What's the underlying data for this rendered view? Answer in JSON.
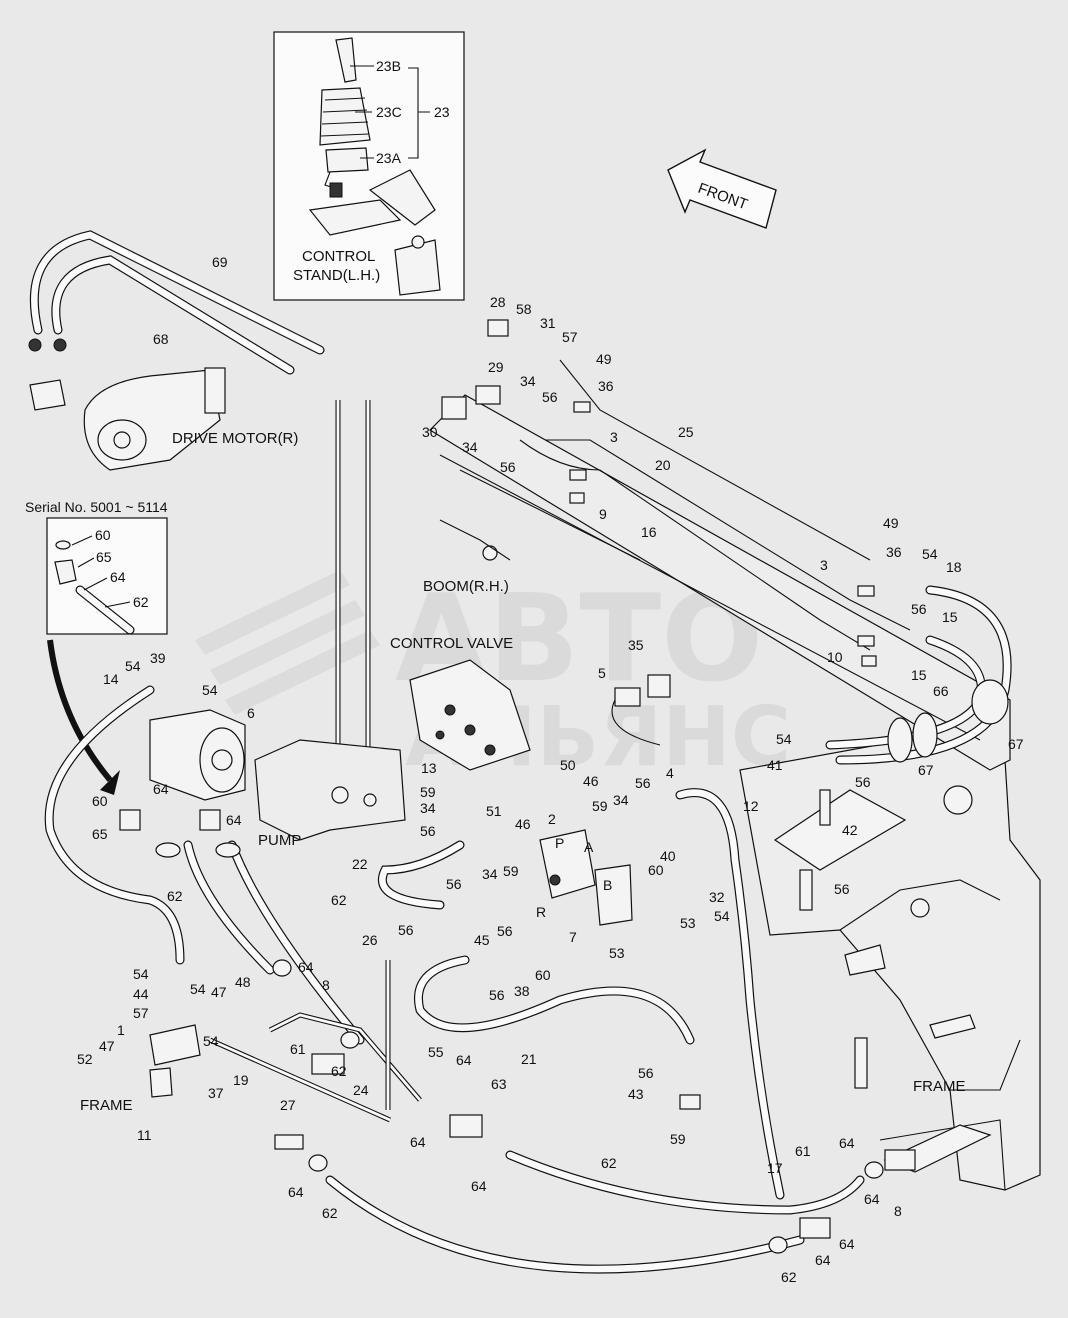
{
  "watermark": {
    "line1": "АВТО",
    "line2": "АЛЬЯНС"
  },
  "front_arrow": {
    "label": "FRONT"
  },
  "inset_control_stand": {
    "caption_line1": "CONTROL",
    "caption_line2": "STAND(L.H.)",
    "labels": {
      "a": "23B",
      "b": "23C",
      "c": "23A",
      "group": "23"
    }
  },
  "inset_serial": {
    "title": "Serial No. 5001 ~ 5114",
    "labels": [
      "60",
      "65",
      "64",
      "62"
    ]
  },
  "component_captions": {
    "drive_motor": "DRIVE MOTOR(R)",
    "boom": "BOOM(R.H.)",
    "control_valve": "CONTROL VALVE",
    "pump": "PUMP",
    "frame_left": "FRAME",
    "frame_right": "FRAME",
    "port_p": "P",
    "port_a": "A",
    "port_b": "B",
    "port_r": "R"
  },
  "part_labels": [
    {
      "id": "69"
    },
    {
      "id": "68"
    },
    {
      "id": "28"
    },
    {
      "id": "58"
    },
    {
      "id": "31"
    },
    {
      "id": "57"
    },
    {
      "id": "49"
    },
    {
      "id": "29"
    },
    {
      "id": "34"
    },
    {
      "id": "56"
    },
    {
      "id": "36"
    },
    {
      "id": "30"
    },
    {
      "id": "34"
    },
    {
      "id": "56"
    },
    {
      "id": "3"
    },
    {
      "id": "25"
    },
    {
      "id": "20"
    },
    {
      "id": "9"
    },
    {
      "id": "16"
    },
    {
      "id": "49"
    },
    {
      "id": "36"
    },
    {
      "id": "54"
    },
    {
      "id": "18"
    },
    {
      "id": "3"
    },
    {
      "id": "56"
    },
    {
      "id": "15"
    },
    {
      "id": "10"
    },
    {
      "id": "15"
    },
    {
      "id": "5"
    },
    {
      "id": "35"
    },
    {
      "id": "54"
    },
    {
      "id": "39"
    },
    {
      "id": "14"
    },
    {
      "id": "54"
    },
    {
      "id": "6"
    },
    {
      "id": "66"
    },
    {
      "id": "67"
    },
    {
      "id": "54"
    },
    {
      "id": "41"
    },
    {
      "id": "67"
    },
    {
      "id": "60"
    },
    {
      "id": "64"
    },
    {
      "id": "65"
    },
    {
      "id": "64"
    },
    {
      "id": "13"
    },
    {
      "id": "59"
    },
    {
      "id": "34"
    },
    {
      "id": "56"
    },
    {
      "id": "50"
    },
    {
      "id": "46"
    },
    {
      "id": "56"
    },
    {
      "id": "4"
    },
    {
      "id": "12"
    },
    {
      "id": "56"
    },
    {
      "id": "42"
    },
    {
      "id": "59"
    },
    {
      "id": "34"
    },
    {
      "id": "51"
    },
    {
      "id": "46"
    },
    {
      "id": "2"
    },
    {
      "id": "40"
    },
    {
      "id": "60"
    },
    {
      "id": "62"
    },
    {
      "id": "22"
    },
    {
      "id": "56"
    },
    {
      "id": "34"
    },
    {
      "id": "59"
    },
    {
      "id": "32"
    },
    {
      "id": "56"
    },
    {
      "id": "54"
    },
    {
      "id": "62"
    },
    {
      "id": "45"
    },
    {
      "id": "56"
    },
    {
      "id": "53"
    },
    {
      "id": "7"
    },
    {
      "id": "53"
    },
    {
      "id": "56"
    },
    {
      "id": "26"
    },
    {
      "id": "60"
    },
    {
      "id": "56"
    },
    {
      "id": "38"
    },
    {
      "id": "54"
    },
    {
      "id": "48"
    },
    {
      "id": "47"
    },
    {
      "id": "54"
    },
    {
      "id": "8"
    },
    {
      "id": "44"
    },
    {
      "id": "64"
    },
    {
      "id": "57"
    },
    {
      "id": "1"
    },
    {
      "id": "61"
    },
    {
      "id": "52"
    },
    {
      "id": "47"
    },
    {
      "id": "54"
    },
    {
      "id": "19"
    },
    {
      "id": "37"
    },
    {
      "id": "21"
    },
    {
      "id": "55"
    },
    {
      "id": "64"
    },
    {
      "id": "62"
    },
    {
      "id": "24"
    },
    {
      "id": "63"
    },
    {
      "id": "56"
    },
    {
      "id": "43"
    },
    {
      "id": "59"
    },
    {
      "id": "27"
    },
    {
      "id": "11"
    },
    {
      "id": "64"
    },
    {
      "id": "64"
    },
    {
      "id": "62"
    },
    {
      "id": "17"
    },
    {
      "id": "64"
    },
    {
      "id": "61"
    },
    {
      "id": "64"
    },
    {
      "id": "62"
    },
    {
      "id": "64"
    },
    {
      "id": "64"
    },
    {
      "id": "8"
    },
    {
      "id": "64"
    },
    {
      "id": "62"
    }
  ]
}
